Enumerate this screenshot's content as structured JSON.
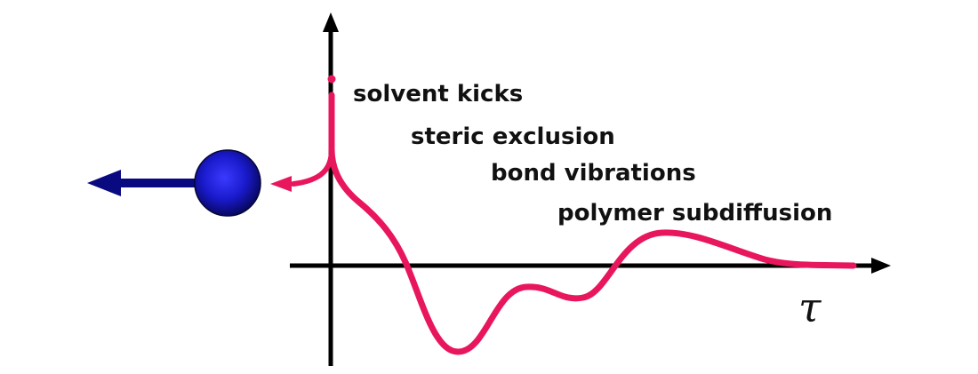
{
  "diagram": {
    "labels": [
      "solvent kicks",
      "steric exclusion",
      "bond vibrations",
      "polymer subdiffusion"
    ],
    "x_axis_symbol": "τ"
  },
  "colors": {
    "curve": "#e8175d",
    "axes": "#000000",
    "particle": "#1a1acc",
    "particle_arrow": "#0a0a80",
    "text": "#111111"
  },
  "icons": {
    "particle": "bead-icon",
    "force_arrow": "arrow-left-icon",
    "curve_arrow": "arrowhead-icon"
  }
}
